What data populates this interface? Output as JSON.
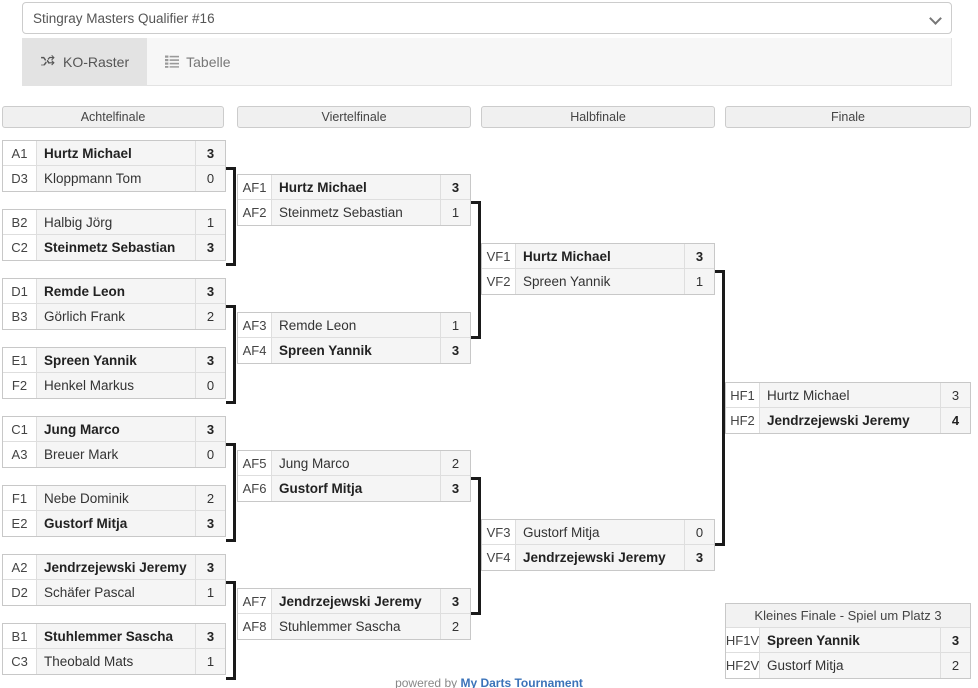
{
  "header": {
    "tournament_name": "Stingray Masters Qualifier #16",
    "dropdown_icon": "chevron-down-icon"
  },
  "tabs": [
    {
      "label": "KO-Raster",
      "icon": "shuffle-icon",
      "active": true
    },
    {
      "label": "Tabelle",
      "icon": "list-icon",
      "active": false
    }
  ],
  "rounds": [
    {
      "label": "Achtelfinale"
    },
    {
      "label": "Viertelfinale"
    },
    {
      "label": "Halbfinale"
    },
    {
      "label": "Finale"
    }
  ],
  "round16": [
    {
      "rows": [
        {
          "seed": "A1",
          "name": "Hurtz Michael",
          "score": "3",
          "winner": true
        },
        {
          "seed": "D3",
          "name": "Kloppmann Tom",
          "score": "0",
          "winner": false
        }
      ]
    },
    {
      "rows": [
        {
          "seed": "B2",
          "name": "Halbig Jörg",
          "score": "1",
          "winner": false
        },
        {
          "seed": "C2",
          "name": "Steinmetz Sebastian",
          "score": "3",
          "winner": true
        }
      ]
    },
    {
      "rows": [
        {
          "seed": "D1",
          "name": "Remde Leon",
          "score": "3",
          "winner": true
        },
        {
          "seed": "B3",
          "name": "Görlich Frank",
          "score": "2",
          "winner": false
        }
      ]
    },
    {
      "rows": [
        {
          "seed": "E1",
          "name": "Spreen Yannik",
          "score": "3",
          "winner": true
        },
        {
          "seed": "F2",
          "name": "Henkel Markus",
          "score": "0",
          "winner": false
        }
      ]
    },
    {
      "rows": [
        {
          "seed": "C1",
          "name": "Jung Marco",
          "score": "3",
          "winner": true
        },
        {
          "seed": "A3",
          "name": "Breuer Mark",
          "score": "0",
          "winner": false
        }
      ]
    },
    {
      "rows": [
        {
          "seed": "F1",
          "name": "Nebe Dominik",
          "score": "2",
          "winner": false
        },
        {
          "seed": "E2",
          "name": "Gustorf Mitja",
          "score": "3",
          "winner": true
        }
      ]
    },
    {
      "rows": [
        {
          "seed": "A2",
          "name": "Jendrzejewski Jeremy",
          "score": "3",
          "winner": true
        },
        {
          "seed": "D2",
          "name": "Schäfer Pascal",
          "score": "1",
          "winner": false
        }
      ]
    },
    {
      "rows": [
        {
          "seed": "B1",
          "name": "Stuhlemmer Sascha",
          "score": "3",
          "winner": true
        },
        {
          "seed": "C3",
          "name": "Theobald Mats",
          "score": "1",
          "winner": false
        }
      ]
    }
  ],
  "quarterfinals": [
    {
      "rows": [
        {
          "seed": "AF1",
          "name": "Hurtz Michael",
          "score": "3",
          "winner": true
        },
        {
          "seed": "AF2",
          "name": "Steinmetz Sebastian",
          "score": "1",
          "winner": false
        }
      ]
    },
    {
      "rows": [
        {
          "seed": "AF3",
          "name": "Remde Leon",
          "score": "1",
          "winner": false
        },
        {
          "seed": "AF4",
          "name": "Spreen Yannik",
          "score": "3",
          "winner": true
        }
      ]
    },
    {
      "rows": [
        {
          "seed": "AF5",
          "name": "Jung Marco",
          "score": "2",
          "winner": false
        },
        {
          "seed": "AF6",
          "name": "Gustorf Mitja",
          "score": "3",
          "winner": true
        }
      ]
    },
    {
      "rows": [
        {
          "seed": "AF7",
          "name": "Jendrzejewski Jeremy",
          "score": "3",
          "winner": true
        },
        {
          "seed": "AF8",
          "name": "Stuhlemmer Sascha",
          "score": "2",
          "winner": false
        }
      ]
    }
  ],
  "semifinals": [
    {
      "rows": [
        {
          "seed": "VF1",
          "name": "Hurtz Michael",
          "score": "3",
          "winner": true
        },
        {
          "seed": "VF2",
          "name": "Spreen Yannik",
          "score": "1",
          "winner": false
        }
      ]
    },
    {
      "rows": [
        {
          "seed": "VF3",
          "name": "Gustorf Mitja",
          "score": "0",
          "winner": false
        },
        {
          "seed": "VF4",
          "name": "Jendrzejewski Jeremy",
          "score": "3",
          "winner": true
        }
      ]
    }
  ],
  "final": {
    "rows": [
      {
        "seed": "HF1",
        "name": "Hurtz Michael",
        "score": "3",
        "winner": false
      },
      {
        "seed": "HF2",
        "name": "Jendrzejewski Jeremy",
        "score": "4",
        "winner": true
      }
    ]
  },
  "third_place": {
    "title": "Kleines Finale - Spiel um Platz 3",
    "rows": [
      {
        "seed": "HF1V",
        "name": "Spreen Yannik",
        "score": "3",
        "winner": true
      },
      {
        "seed": "HF2V",
        "name": "Gustorf Mitja",
        "score": "2",
        "winner": false
      }
    ]
  },
  "footer": {
    "prefix": "powered by ",
    "link": "My Darts Tournament"
  },
  "colors": {
    "row_bg": "#f5f5f5",
    "seed_bg": "#ffffff",
    "header_bg": "#f0f0f0",
    "connector": "#1a1a1a",
    "link": "#3b73b9",
    "tab_active_bg": "#e3e3e3"
  }
}
